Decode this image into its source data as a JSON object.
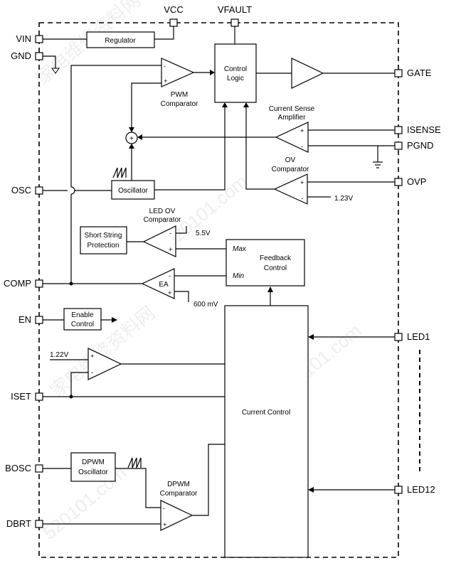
{
  "pins": {
    "vin": "VIN",
    "gnd": "GND",
    "vcc": "VCC",
    "vfault": "VFAULT",
    "gate": "GATE",
    "isense": "ISENSE",
    "pgnd": "PGND",
    "ovp": "OVP",
    "osc": "OSC",
    "comp": "COMP",
    "en": "EN",
    "led1": "LED1",
    "iset": "ISET",
    "bosc": "BOSC",
    "led12": "LED12",
    "dbrt": "DBRT"
  },
  "blocks": {
    "regulator": "Regulator",
    "control_logic_1": "Control",
    "control_logic_2": "Logic",
    "pwm_comp_1": "PWM",
    "pwm_comp_2": "Comparator",
    "cs_amp_1": "Current Sense",
    "cs_amp_2": "Amplifier",
    "ov_comp_1": "OV",
    "ov_comp_2": "Comparator",
    "oscillator": "Oscillator",
    "led_ov_1": "LED OV",
    "led_ov_2": "Comparator",
    "short_string_1": "Short String",
    "short_string_2": "Protection",
    "feedback_1": "Feedback",
    "feedback_2": "Control",
    "ea": "EA",
    "enable_1": "Enable",
    "enable_2": "Control",
    "current_control": "Current Control",
    "dpwm_osc_1": "DPWM",
    "dpwm_osc_2": "Oscillator",
    "dpwm_comp_1": "DPWM",
    "dpwm_comp_2": "Comparator"
  },
  "labels": {
    "v123": "1.23V",
    "v55": "5.5V",
    "mv600": "600 mV",
    "v122": "1.22V",
    "max": "Max",
    "min": "Min",
    "plus": "+",
    "minus": "-",
    "sum": "+"
  },
  "watermark": {
    "text": "家电维修资料网",
    "url": "520101.com"
  }
}
